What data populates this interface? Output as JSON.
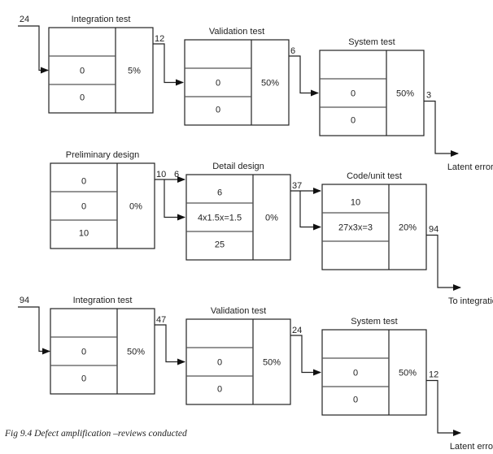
{
  "figure": {
    "caption": "Fig 9.4 Defect amplification –reviews conducted"
  },
  "rows": [
    {
      "name": "top-row",
      "input_label": "24",
      "stages": [
        {
          "title": "Integration test",
          "cells": [
            "",
            "0",
            "0"
          ],
          "efficiency": "5%",
          "output_label": "12"
        },
        {
          "title": "Validation test",
          "cells": [
            "",
            "0",
            "0"
          ],
          "efficiency": "50%",
          "output_label": "6"
        },
        {
          "title": "System test",
          "cells": [
            "",
            "0",
            "0"
          ],
          "efficiency": "50%",
          "output_label": "3"
        }
      ],
      "final_label": "Latent errors"
    },
    {
      "name": "middle-row",
      "input_label": "",
      "stages": [
        {
          "title": "Preliminary design",
          "cells": [
            "0",
            "0",
            "10"
          ],
          "efficiency": "0%",
          "output_label": "10",
          "split_label": "6"
        },
        {
          "title": "Detail design",
          "cells": [
            "6",
            "4x1.5x=1.5",
            "25"
          ],
          "efficiency": "0%",
          "output_label": "37"
        },
        {
          "title": "Code/unit test",
          "cells": [
            "10",
            "27x3x=3",
            ""
          ],
          "efficiency": "20%",
          "output_label": "94"
        }
      ],
      "final_label": "To integration"
    },
    {
      "name": "bottom-row",
      "input_label": "94",
      "stages": [
        {
          "title": "Integration test",
          "cells": [
            "",
            "0",
            "0"
          ],
          "efficiency": "50%",
          "output_label": "47"
        },
        {
          "title": "Validation test",
          "cells": [
            "",
            "0",
            "0"
          ],
          "efficiency": "50%",
          "output_label": "24"
        },
        {
          "title": "System test",
          "cells": [
            "",
            "0",
            "0"
          ],
          "efficiency": "50%",
          "output_label": "12"
        }
      ],
      "final_label": "Latent errors"
    }
  ],
  "colors": {
    "line": "#222222",
    "divider": "#555555",
    "text": "#222222"
  }
}
